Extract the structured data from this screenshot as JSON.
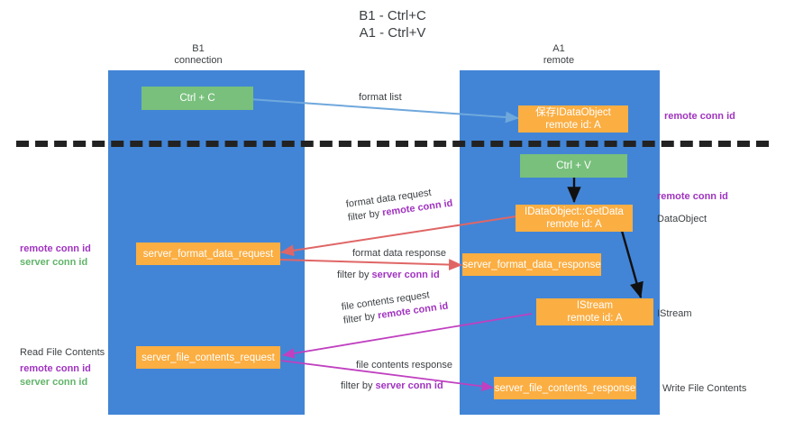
{
  "title": "B1 - Ctrl+C\nA1 - Ctrl+V",
  "colors": {
    "lane": "#4285d6",
    "box_orange": "#fbae42",
    "box_green": "#78c07c",
    "key_purple": "#a033c0",
    "key_green": "#62b46a",
    "arrow_blue": "#6fa8dc",
    "arrow_red": "#e06666",
    "arrow_magenta": "#c040c0",
    "arrow_black": "#111111",
    "divider": "#222222"
  },
  "lanes": [
    {
      "name": "b1",
      "header": "B1\nconnection"
    },
    {
      "name": "a1",
      "header": "A1\nremote"
    }
  ],
  "boxes": {
    "ctrl_c": "Ctrl + C",
    "ctrl_v": "Ctrl + V",
    "save_idataobject": "保存IDataObject\nremote id: A",
    "idataobject_getdata": "IDataObject::GetData\nremote id: A",
    "istream": "IStream\nremote id: A",
    "server_format_data_request": "server_format_data_request",
    "server_format_data_response": "server_format_data_response",
    "server_file_contents_request": "server_file_contents_request",
    "server_file_contents_response": "server_file_contents_response"
  },
  "flows": {
    "format_list": "format list",
    "format_data_request": "format data request",
    "format_data_response": "format data response",
    "file_contents_request": "file contents request",
    "file_contents_response": "file contents response",
    "filter_by": "filter by ",
    "remote_conn_id": "remote conn id",
    "server_conn_id": "server conn id"
  },
  "annotations": {
    "right_remote_conn_id_top": "remote conn id",
    "right_remote_conn_id_mid": "remote conn id",
    "right_dataobject": "DataObject",
    "right_istream": "IStream",
    "right_write_file_contents": "Write File Contents",
    "left_keys_mid": {
      "line1": "remote conn id",
      "line2": "server conn id"
    },
    "left_read_file_contents": "Read File Contents",
    "left_keys_bottom": {
      "line1": "remote conn id",
      "line2": "server conn id"
    }
  }
}
